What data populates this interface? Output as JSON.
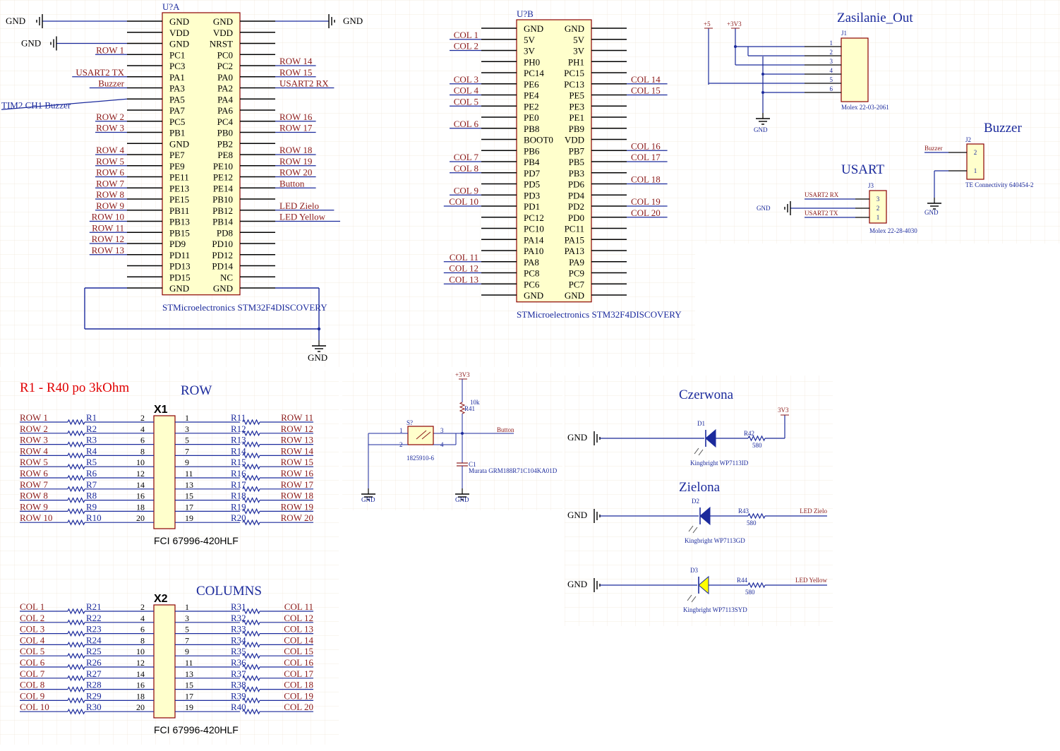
{
  "u_a": {
    "designator": "U?A",
    "part": "STMicroelectronics STM32F4DISCOVERY",
    "left_pins": [
      "GND",
      "VDD",
      "GND",
      "PC1",
      "PC3",
      "PA1",
      "PA3",
      "PA5",
      "PA7",
      "PC5",
      "PB1",
      "GND",
      "PE7",
      "PE9",
      "PE11",
      "PE13",
      "PE15",
      "PB11",
      "PB13",
      "PB15",
      "PD9",
      "PD11",
      "PD13",
      "PD15",
      "GND"
    ],
    "right_pins": [
      "GND",
      "VDD",
      "NRST",
      "PC0",
      "PC2",
      "PA0",
      "PA2",
      "PA4",
      "PA6",
      "PC4",
      "PB0",
      "PB2",
      "PE8",
      "PE10",
      "PE12",
      "PE14",
      "PB10",
      "PB12",
      "PB14",
      "PD8",
      "PD10",
      "PD12",
      "PD14",
      "NC",
      "GND"
    ],
    "left_nets": [
      "GND",
      "",
      "GND",
      "ROW_1",
      "",
      "USART2_TX",
      "Buzzer",
      "TIM2_CH1_Buzzer",
      "",
      "ROW_2",
      "ROW_3",
      "",
      "ROW_4",
      "ROW_5",
      "ROW_6",
      "ROW_7",
      "ROW_8",
      "ROW_9",
      "ROW_10",
      "ROW_11",
      "ROW_12",
      "ROW_13",
      "",
      "",
      ""
    ],
    "right_nets": [
      "GND",
      "",
      "",
      "",
      "ROW_14",
      "ROW_15",
      "USART2_RX",
      "",
      "",
      "ROW_16",
      "ROW_17",
      "",
      "ROW_18",
      "ROW_19",
      "ROW_20",
      "Button",
      "",
      "LED_Zielo",
      "LED_Yellow",
      "",
      "",
      "",
      "",
      "",
      ""
    ],
    "gnd_label": "GND"
  },
  "u_b": {
    "designator": "U?B",
    "part": "STMicroelectronics STM32F4DISCOVERY",
    "left_pins": [
      "GND",
      "5V",
      "3V",
      "PH0",
      "PC14",
      "PE6",
      "PE4",
      "PE2",
      "PE0",
      "PB8",
      "BOOT0",
      "PB6",
      "PB4",
      "PD7",
      "PD5",
      "PD3",
      "PD1",
      "PC12",
      "PC10",
      "PA14",
      "PA10",
      "PA8",
      "PC8",
      "PC6",
      "GND"
    ],
    "right_pins": [
      "GND",
      "5V",
      "3V",
      "PH1",
      "PC15",
      "PC13",
      "PE5",
      "PE3",
      "PE1",
      "PB9",
      "VDD",
      "PB7",
      "PB5",
      "PB3",
      "PD6",
      "PD4",
      "PD2",
      "PD0",
      "PC11",
      "PA15",
      "PA13",
      "PA9",
      "PC9",
      "PC7",
      "GND"
    ],
    "left_nets": [
      "",
      "COL_1",
      "COL_2",
      "",
      "",
      "COL_3",
      "COL_4",
      "COL_5",
      "",
      "COL_6",
      "",
      "",
      "COL_7",
      "COL_8",
      "",
      "COL_9",
      "COL_10",
      "",
      "",
      "",
      "",
      "COL_11",
      "COL_12",
      "COL_13",
      ""
    ],
    "right_nets": [
      "",
      "",
      "",
      "",
      "",
      "COL_14",
      "COL_15",
      "",
      "",
      "",
      "",
      "COL_16",
      "COL_17",
      "",
      "COL_18",
      "",
      "COL_19",
      "COL_20",
      "",
      "",
      "",
      "",
      "",
      "",
      ""
    ]
  },
  "power": {
    "title": "Zasilanie_Out",
    "p5": "+5",
    "p33": "+3V3",
    "j1": "J1",
    "j1_part": "Molex 22-03-2061",
    "j1_pins": [
      "1",
      "2",
      "3",
      "4",
      "5",
      "6"
    ],
    "gnd": "GND"
  },
  "buzzer": {
    "title": "Buzzer",
    "j2": "J2",
    "net": "Buzzer",
    "part": "TE Connectivity 640454-2",
    "pins": [
      "2",
      "1"
    ],
    "gnd": "GND"
  },
  "usart": {
    "title": "USART",
    "j3": "J3",
    "rx": "USART2_RX",
    "tx": "USART2_TX",
    "part": "Molex 22-28-4030",
    "pins": [
      "3",
      "2",
      "1"
    ],
    "gnd": "GND"
  },
  "row_block": {
    "note": "R1 - R40 po 3kOhm",
    "title": "ROW",
    "connector": "X1",
    "part": "FCI 67996-420HLF",
    "left_nets": [
      "ROW_1",
      "ROW_2",
      "ROW_3",
      "ROW_4",
      "ROW_5",
      "ROW_6",
      "ROW_7",
      "ROW_8",
      "ROW_9",
      "ROW_10"
    ],
    "left_res": [
      "R1",
      "R2",
      "R3",
      "R4",
      "R5",
      "R6",
      "R7",
      "R8",
      "R9",
      "R10"
    ],
    "left_pins": [
      "2",
      "4",
      "6",
      "8",
      "10",
      "12",
      "14",
      "16",
      "18",
      "20"
    ],
    "right_pins": [
      "1",
      "3",
      "5",
      "7",
      "9",
      "11",
      "13",
      "15",
      "17",
      "19"
    ],
    "right_res": [
      "R11",
      "R12",
      "R13",
      "R14",
      "R15",
      "R16",
      "R17",
      "R18",
      "R19",
      "R20"
    ],
    "right_nets": [
      "ROW_11",
      "ROW_12",
      "ROW_13",
      "ROW_14",
      "ROW_15",
      "ROW_16",
      "ROW_17",
      "ROW_18",
      "ROW_19",
      "ROW_20"
    ]
  },
  "col_block": {
    "title": "COLUMNS",
    "connector": "X2",
    "part": "FCI 67996-420HLF",
    "left_nets": [
      "COL_1",
      "COL_2",
      "COL_3",
      "COL_4",
      "COL_5",
      "COL_6",
      "COL_7",
      "COL_8",
      "COL_9",
      "COL_10"
    ],
    "left_res": [
      "R21",
      "R22",
      "R23",
      "R24",
      "R25",
      "R26",
      "R27",
      "R28",
      "R29",
      "R30"
    ],
    "left_pins": [
      "2",
      "4",
      "6",
      "8",
      "10",
      "12",
      "14",
      "16",
      "18",
      "20"
    ],
    "right_pins": [
      "1",
      "3",
      "5",
      "7",
      "9",
      "11",
      "13",
      "15",
      "17",
      "19"
    ],
    "right_res": [
      "R31",
      "R32",
      "R33",
      "R34",
      "R35",
      "R36",
      "R37",
      "R38",
      "R39",
      "R40"
    ],
    "right_nets": [
      "COL_11",
      "COL_12",
      "COL_13",
      "COL_14",
      "COL_15",
      "COL_16",
      "COL_17",
      "COL_18",
      "COL_19",
      "COL_20"
    ]
  },
  "button": {
    "supply": "+3V3",
    "r_value": "10k",
    "r_name": "R41",
    "net": "Button",
    "switch": "S?",
    "switch_part": "1825910-6",
    "sw_pins": [
      "1",
      "2",
      "3",
      "4"
    ],
    "cap": "C1",
    "cap_part": "Murata GRM188R71C104KA01D",
    "gnd1": "GND",
    "gnd2": "GND"
  },
  "leds": {
    "red_title": "Czerwona",
    "green_title": "Zielona",
    "items": [
      {
        "d": "D1",
        "r": "R42",
        "val": "580",
        "part": "Kingbright WP7113ID",
        "net": "3V3",
        "gnd": "GND",
        "color": "#1b2a9c"
      },
      {
        "d": "D2",
        "r": "R43",
        "val": "580",
        "part": "Kingbright WP7113GD",
        "net": "LED_Zielo",
        "gnd": "GND",
        "color": "#1b2a9c"
      },
      {
        "d": "D3",
        "r": "R44",
        "val": "580",
        "part": "Kingbright WP7113SYD",
        "net": "LED_Yellow",
        "gnd": "GND",
        "color": "#ffff00"
      }
    ]
  },
  "colors": {
    "wire": "#1b2a9c",
    "net_red": "#8b1a1a",
    "body": "#ffffcc",
    "accent_red": "#e00000"
  }
}
